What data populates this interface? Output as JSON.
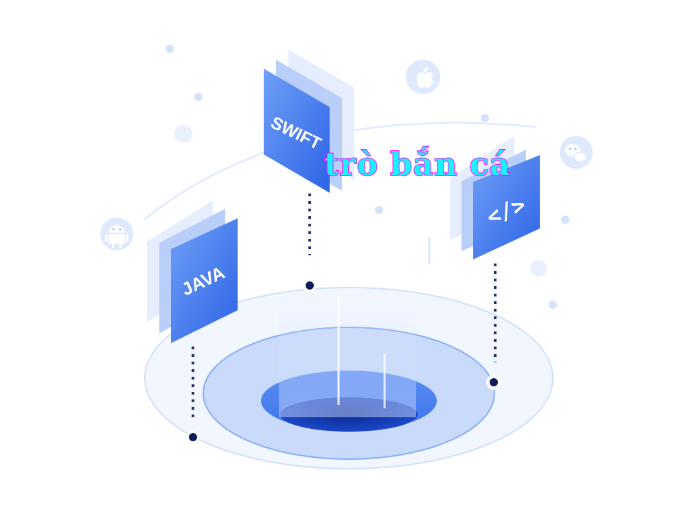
{
  "illustration": {
    "cards": {
      "swift_label": "SWIFT",
      "java_label": "JAVA",
      "code_label": "</>"
    },
    "icons": [
      "apple-icon",
      "android-icon",
      "wechat-icon"
    ],
    "colors": {
      "primary": "#3a7bf2",
      "light": "#dde8fd",
      "dark_dot": "#0f1c5a",
      "ring_outer": "#edf3fe",
      "ring_mid": "#c9dbfb",
      "ring_inner": "#2f6bea",
      "hole": "#0d2e9c"
    }
  },
  "overlay": {
    "text": "trò bắn cá",
    "fill_color": "#19f3ff",
    "stroke_color": "#ff00ff"
  }
}
